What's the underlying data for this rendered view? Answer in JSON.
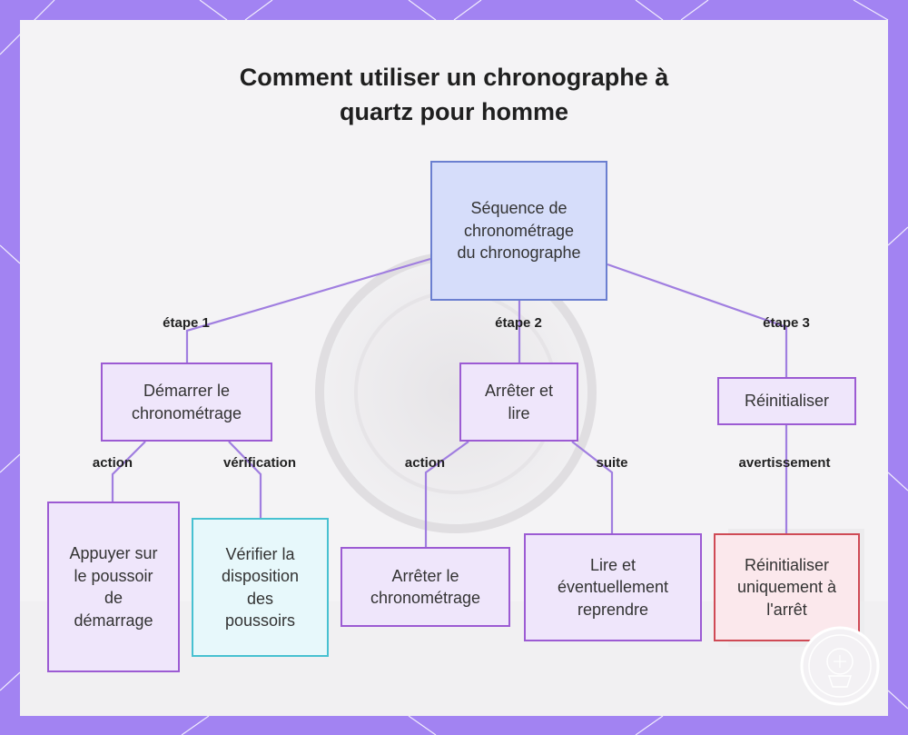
{
  "diagram": {
    "title_lines": [
      "Comment utiliser un chronographe à",
      "quartz pour homme"
    ],
    "nodes": {
      "root": "Séquence de chronométrage du chronographe",
      "start": "Démarrer le chronométrage",
      "stop_read": "Arrêter et lire",
      "reset": "Réinitialiser",
      "press_start": "Appuyer sur le poussoir de démarrage",
      "check_layout": "Vérifier la disposition des poussoirs",
      "stop_timing": "Arrêter le chronométrage",
      "read_resume": "Lire et éventuellement reprendre",
      "reset_only_stopped": "Réinitialiser uniquement à l'arrêt"
    },
    "edge_labels": {
      "step1": "étape 1",
      "step2": "étape 2",
      "step3": "étape 3",
      "action1": "action",
      "verification": "vérification",
      "action2": "action",
      "next": "suite",
      "warning": "avertissement"
    }
  },
  "colors": {
    "frame": "#a283f2",
    "edge": "#a07ee0",
    "root_fill": "#d6ddfa",
    "purple_fill": "#efe6fb",
    "cyan_fill": "#e7f8fb",
    "red_fill": "#fbe8ec"
  }
}
